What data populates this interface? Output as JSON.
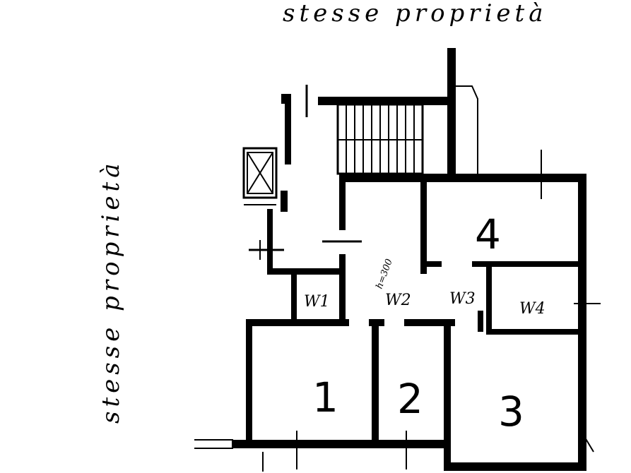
{
  "captions": {
    "top": "stesse proprietà",
    "side": "stesse proprietà"
  },
  "rooms": {
    "r1": "1",
    "r2": "2",
    "r3": "3",
    "r4": "4",
    "w1": "W1",
    "w2": "W2",
    "w3": "W3",
    "w4": "W4"
  },
  "annotations": {
    "height": "h=300"
  }
}
